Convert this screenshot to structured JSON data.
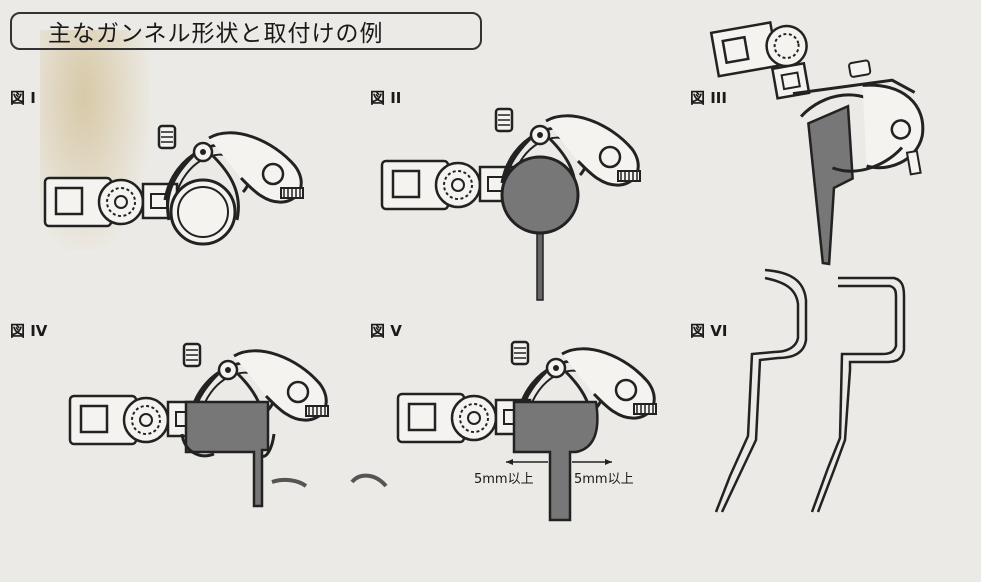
{
  "title": "主なガンネル形状と取付けの例",
  "figures": [
    {
      "id": "fig1",
      "label": "図 I"
    },
    {
      "id": "fig2",
      "label": "図 II"
    },
    {
      "id": "fig3",
      "label": "図 III"
    },
    {
      "id": "fig4",
      "label": "図 IV"
    },
    {
      "id": "fig5",
      "label": "図 V"
    },
    {
      "id": "fig6",
      "label": "図 VI"
    }
  ],
  "dimensions": {
    "left": "5mm以上",
    "right": "5mm以上"
  },
  "colors": {
    "paper": "#eceae6",
    "ink": "#222222",
    "fill_gray": "#777777"
  }
}
